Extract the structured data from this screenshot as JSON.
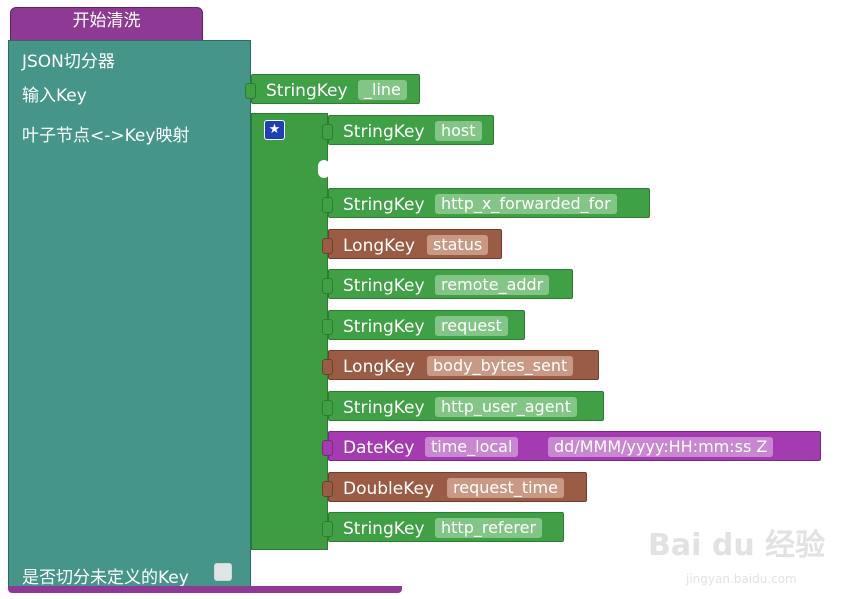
{
  "hat": {
    "label": "开始清洗"
  },
  "splitter": {
    "title": "JSON切分器",
    "input_key_label": "输入Key",
    "leaf_map_label": "叶子节点<->Key映射",
    "undefined_key_label": "是否切分未定义的Key",
    "undefined_key_checked": false
  },
  "input_key": {
    "type": "StringKey",
    "name": "_line"
  },
  "mapping": {
    "add_icon": "star-icon",
    "items": [
      {
        "type": "StringKey",
        "name": "host",
        "color": "#40a046"
      },
      {
        "type": "StringKey",
        "name": "http_x_forwarded_for",
        "color": "#40a046"
      },
      {
        "type": "LongKey",
        "name": "status",
        "color": "#9b5c45"
      },
      {
        "type": "StringKey",
        "name": "remote_addr",
        "color": "#40a046"
      },
      {
        "type": "StringKey",
        "name": "request",
        "color": "#40a046"
      },
      {
        "type": "LongKey",
        "name": "body_bytes_sent",
        "color": "#9b5c45"
      },
      {
        "type": "StringKey",
        "name": "http_user_agent",
        "color": "#40a046"
      },
      {
        "type": "DateKey",
        "name": "time_local",
        "format": "dd/MMM/yyyy:HH:mm:ss Z",
        "color": "#a43bb1"
      },
      {
        "type": "DoubleKey",
        "name": "request_time",
        "color": "#9b5c45"
      },
      {
        "type": "StringKey",
        "name": "http_referer",
        "color": "#40a046"
      }
    ]
  },
  "watermark": {
    "logo": "Bai du 经验",
    "url": "jingyan.baidu.com"
  }
}
